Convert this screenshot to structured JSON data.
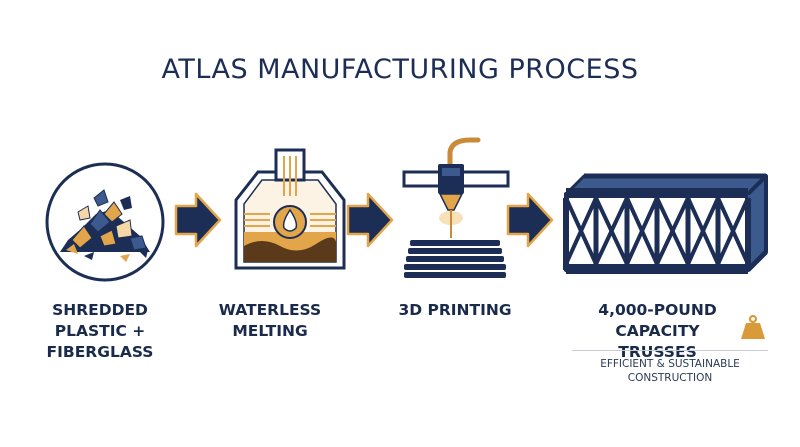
{
  "title": "ATLAS MANUFACTURING PROCESS",
  "colors": {
    "navy": "#1c2e55",
    "accent": "#e3a54a",
    "light_accent": "#f6d8a8"
  },
  "steps": [
    {
      "label": "SHREDDED\nPLASTIC +\nFIBERGLASS",
      "icon": "shredded-material-icon"
    },
    {
      "label": "WATERLESS\nMELTING",
      "icon": "melting-furnace-icon"
    },
    {
      "label": "3D PRINTING",
      "icon": "3d-printer-icon"
    },
    {
      "label": "4,000-POUND\nCAPACITY TRUSSES",
      "icon": "truss-icon"
    }
  ],
  "tagline": "EFFICIENT & SUSTAINABLE\nCONSTRUCTION"
}
